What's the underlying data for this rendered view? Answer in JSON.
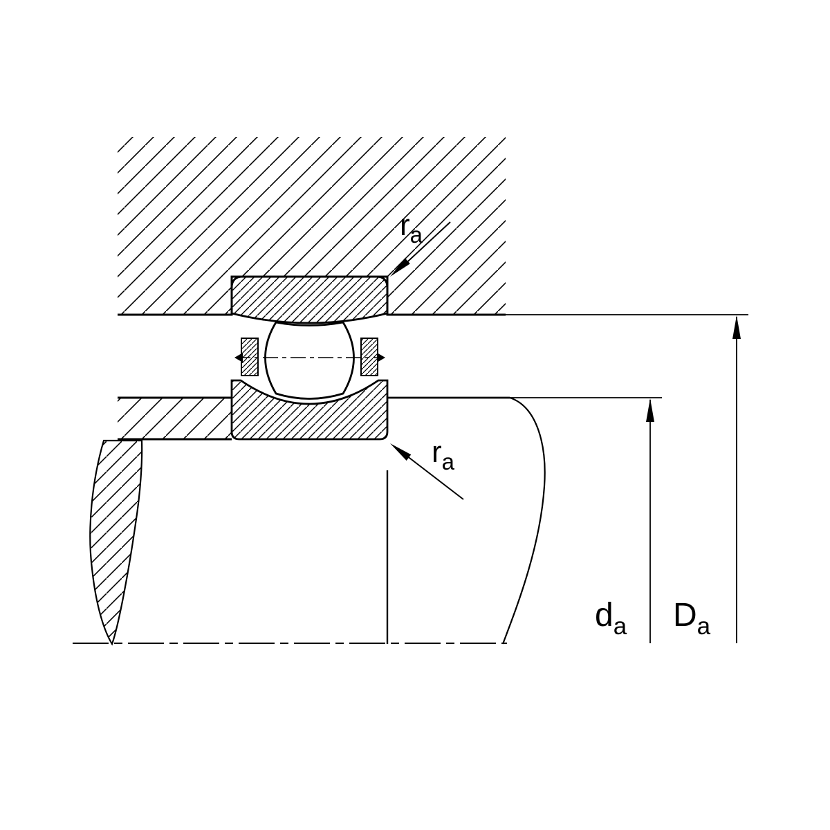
{
  "diagram": {
    "kind": "bearing-mounting-cross-section",
    "background_color": "#ffffff",
    "line_color": "#000000"
  },
  "labels": {
    "fillet_top": {
      "main": "r",
      "sub": "a"
    },
    "fillet_bottom": {
      "main": "r",
      "sub": "a"
    },
    "shaft_abutment": {
      "main": "d",
      "sub": "a"
    },
    "housing_abutment": {
      "main": "D",
      "sub": "a"
    }
  }
}
